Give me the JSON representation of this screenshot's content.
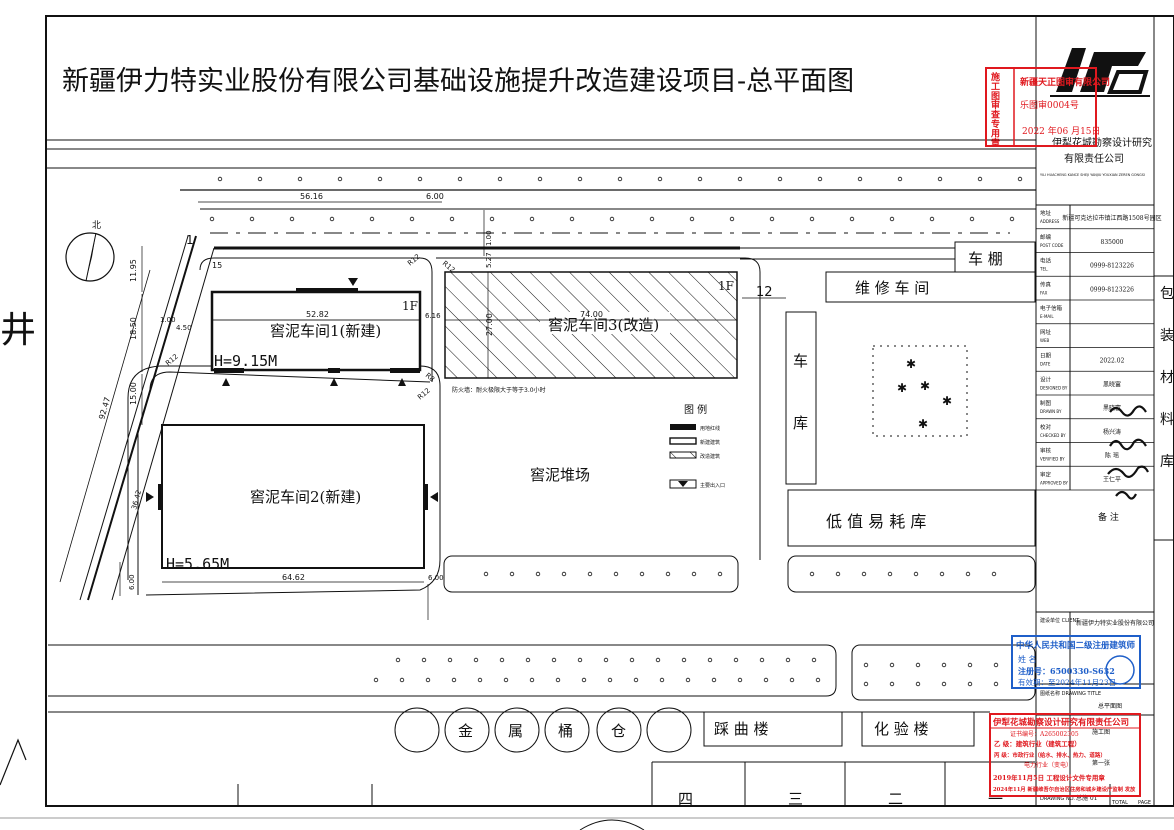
{
  "title": "新疆伊力特实业股份有限公司基础设施提升改造建设项目-总平面图",
  "north_label": "北",
  "stamps": {
    "review_vertical": "施工图审查专用章",
    "review_top": "新疆天正图审有限公司",
    "review_line2": "乐图审0004号",
    "review_date": "2022 年06 月15日",
    "engineer_title": "中华人民共和国二级注册建筑师",
    "engineer_name_label": "姓  名",
    "engineer_reg": "注册号：6500330-S632",
    "engineer_valid": "有效期：至2024年11月23日",
    "qual_title": "伊犁花城勘察设计研究有限责任公司",
    "qual_cert": "证书编号：A265002305",
    "qual_a": "乙 级：建筑行业（建筑工程）",
    "qual_b": "丙 级：市政行业（给水、排水、热力、道路）",
    "qual_c": "电力行业（变电）",
    "qual_foot1": "2019年11月5日 工程设计文件专用章",
    "qual_foot2": "2024年11月 新疆维吾尔自治区住房和城乡建设厅监制 发放"
  },
  "title_block": {
    "company": "伊犁花城勘察设计研究\n有限责任公司",
    "company_en": "YILI HUACHENG KANCE SHEJI YANJIU YOUXIAN ZEREN GONGSI",
    "rows": [
      {
        "label": "地址\nADDRESS",
        "value": "新疆可克达拉市镇江西路1508号园区"
      },
      {
        "label": "邮编\nPOST CODE",
        "value": "835000"
      },
      {
        "label": "电话\nTEL.",
        "value": "0999-8123226"
      },
      {
        "label": "传真\nFAX",
        "value": "0999-8123226"
      },
      {
        "label": "电子信箱\nE-MAIL",
        "value": ""
      },
      {
        "label": "网址\nWEB",
        "value": ""
      },
      {
        "label": "日期\nDATE",
        "value": "2022.02"
      },
      {
        "label": "设计\nDESIGNED BY",
        "value": "黑晓富"
      },
      {
        "label": "制图\nDRAWN BY",
        "value": "黑晓富"
      },
      {
        "label": "校对\nCHECKED BY",
        "value": "杨兴涛"
      },
      {
        "label": "审核\nVERIFIED BY",
        "value": "陈  瑶"
      },
      {
        "label": "审定\nAPPROVED BY",
        "value": "王仁平"
      }
    ],
    "remarks_label": "备 注",
    "client_label": "建设单位\nCLIENT",
    "client_value": "新疆伊力特实业股份有限公司",
    "drawing_title_label": "图纸名称\nDRAWING TITLE",
    "drawing_title_value": "总平面图",
    "stage_value": "施工图",
    "drawing_no_label": "图纸编号\nDRAWING NO.",
    "drawing_no_value": "总施 01",
    "total_label": "TOTAL",
    "page_label": "PAGE",
    "sheet_label": "第一张"
  },
  "buildings": {
    "w1": "窖泥车间1(新建)",
    "w1_h": "H=9.15M",
    "w1_floor": "1F",
    "w2": "窖泥车间2(新建)",
    "w2_h": "H=5.65M",
    "w3": "窖泥车间3(改造)",
    "w3_floor": "1F",
    "storage_yard": "窖泥堆场",
    "shed": "车  棚",
    "repair": "维  修  车  间",
    "garage_top": "车",
    "garage_bottom": "库",
    "consumables": "低  值  易  耗  库",
    "qu_building": "踩  曲  楼",
    "lab_building": "化  验  楼",
    "tank_chars": [
      "金",
      "属",
      "桶",
      "仓"
    ],
    "south_row": [
      "四",
      "三",
      "二",
      "一"
    ]
  },
  "legend": {
    "title": "图  例",
    "items": [
      "用地红线",
      "新建建筑",
      "改造建筑",
      "主要出入口"
    ]
  },
  "fire_note": "防火墙：耐火极限大于等于3.0小时",
  "dimensions": {
    "d1": "56.16",
    "d2": "6.00",
    "d3": "1.00",
    "d4": "5.27",
    "d5": "11.95",
    "d6": "52.82",
    "d7": "74.00",
    "d8": "27.00",
    "d9": "6.16",
    "d10": "18.50",
    "d11": "15.00",
    "d12": "92.47",
    "d13": "36.42",
    "d14": "64.62",
    "d15": "6.00",
    "d16": "6.00",
    "d17": "12",
    "d18": "4.50",
    "d19": "1.00",
    "r1": "R12",
    "r2": "R12",
    "r3": "R12",
    "r4": "R12",
    "r5": "R8",
    "m15": "15",
    "m1": "1"
  },
  "edge_right": [
    "包",
    "装",
    "材",
    "料",
    "库"
  ],
  "edge_left": "井",
  "colors": {
    "stamp_red": "#e0191f",
    "stamp_blue": "#1f5fc9",
    "line": "#111111"
  }
}
